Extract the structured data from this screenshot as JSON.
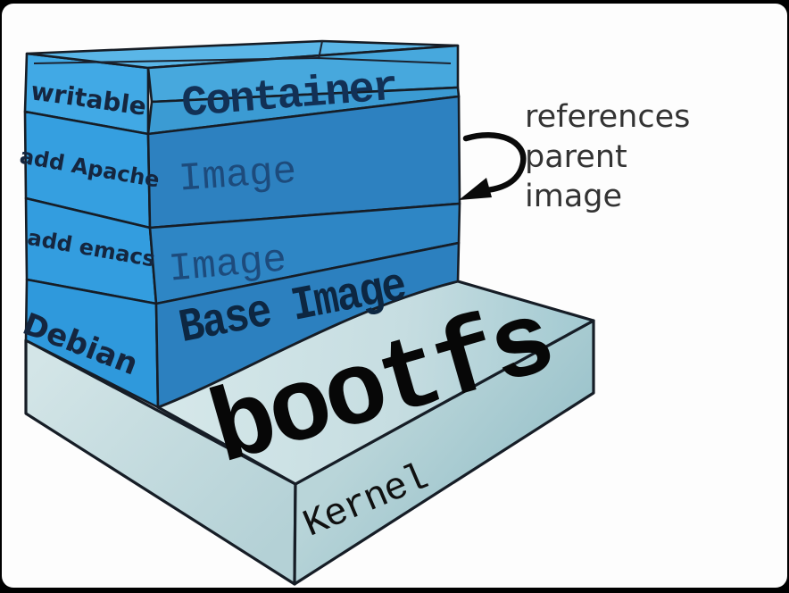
{
  "window": {
    "background": "#000000",
    "canvas": "#fdfdfd"
  },
  "diagram": {
    "kind": "docker-image-layers-illustration",
    "stack": {
      "layers": [
        {
          "side_label": "writable",
          "front_label": "Container"
        },
        {
          "side_label": "add Apache",
          "front_label": "Image"
        },
        {
          "side_label": "add emacs",
          "front_label": "Image"
        },
        {
          "side_label": "Debian",
          "front_label": "Base Image"
        }
      ]
    },
    "base_slab": {
      "top_label": "bootfs",
      "front_label": "Kernel"
    },
    "annotation": {
      "lines": [
        "references",
        "parent",
        "image"
      ],
      "arrow": "curved-arrow-pointing-to-layer-boundary"
    },
    "colors": {
      "layer_side_blue": "#36a2e2",
      "layer_front_blue": "#2d82c1",
      "container_front_blue": "#3b9bd3",
      "stack_top_blue": "#5ab6e7",
      "slab_top_grey": "#c9dfe2",
      "slab_side_grey": "#9fc6cd",
      "outline": "#161d26",
      "label_navy": "#15263f",
      "annotation_grey": "#333333"
    }
  }
}
